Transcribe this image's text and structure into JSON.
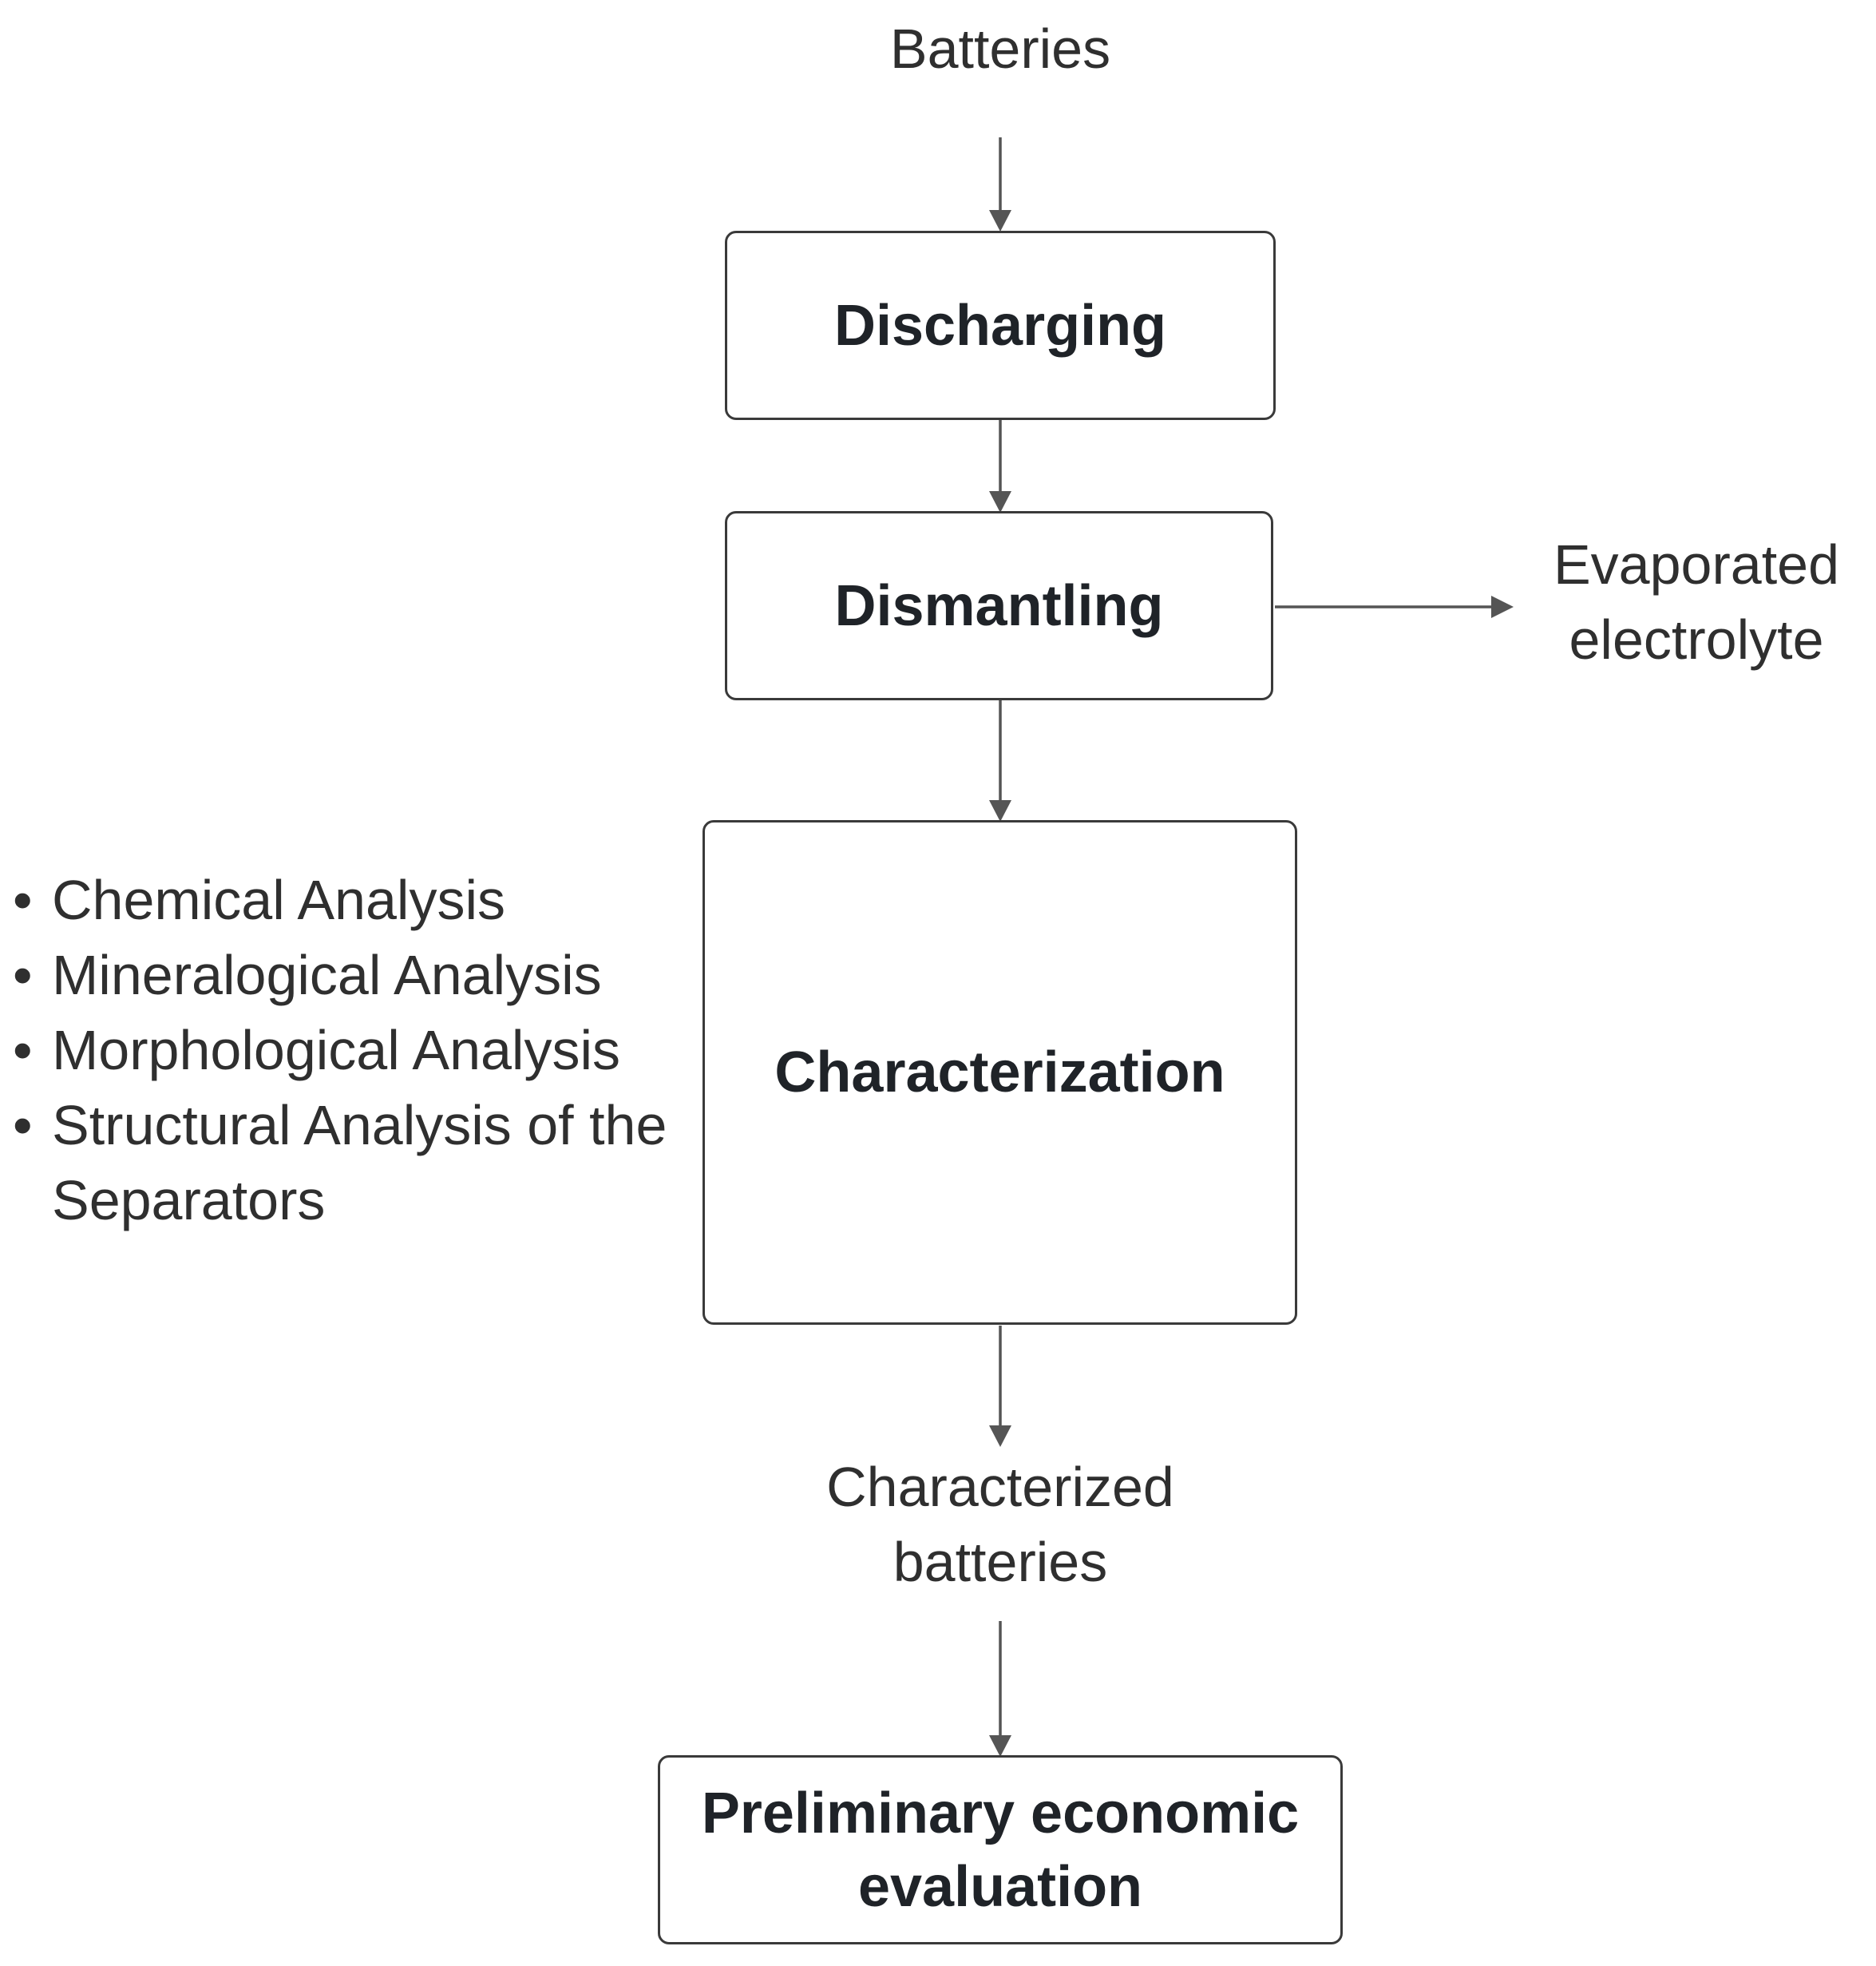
{
  "input_label": "Batteries",
  "steps": {
    "discharging": "Discharging",
    "dismantling": "Dismantling",
    "characterization": "Characterization",
    "economic_line1": "Preliminary economic",
    "economic_line2": "evaluation"
  },
  "side_output": {
    "line1": "Evaporated",
    "line2": "electrolyte"
  },
  "analyses": [
    "Chemical Analysis",
    "Mineralogical Analysis",
    "Morphological Analysis",
    "Structural Analysis of the Separators"
  ],
  "intermediate": {
    "line1": "Characterized",
    "line2": "batteries"
  },
  "colors": {
    "arrow": "#555555",
    "box_border": "#3a3a3a",
    "text": "#2f2f2f"
  }
}
